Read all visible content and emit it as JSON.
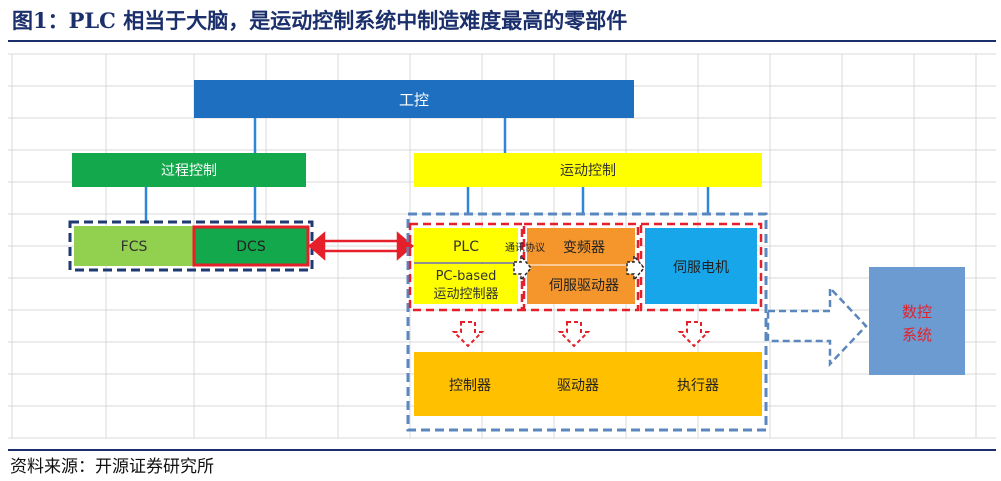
{
  "figure": {
    "title": "图1：PLC 相当于大脑，是运动控制系统中制造难度最高的零部件",
    "source": "资料来源：开源证券研究所"
  },
  "nodes": {
    "gongkong": "工控",
    "process_control": "过程控制",
    "motion_control": "运动控制",
    "fcs": "FCS",
    "dcs": "DCS",
    "plc": "PLC",
    "pc_based_line1": "PC-based",
    "pc_based_line2": "运动控制器",
    "comm_protocol": "通讯协议",
    "inverter": "变频器",
    "servo_drive": "伺服驱动器",
    "servo_motor": "伺服电机",
    "controller": "控制器",
    "driver": "驱动器",
    "actuator": "执行器",
    "cnc_line1": "数控",
    "cnc_line2": "系统"
  },
  "colors": {
    "title": "#1a2f6b",
    "gongkong_fill": "#1f6fc1",
    "process_fill": "#13a84b",
    "fcs_fill": "#92d050",
    "dcs_fill": "#13a84b",
    "motion_fill": "#ffff00",
    "plc_fill": "#ffff00",
    "inverter_fill": "#f5962c",
    "servo_motor_fill": "#17a6ea",
    "bottom_fill": "#ffc000",
    "cnc_fill": "#6b9bd1",
    "red": "#e5202a",
    "navy_dash": "#1f3a73",
    "blue_dash": "#5b87bf",
    "connector": "#2e86d8"
  }
}
